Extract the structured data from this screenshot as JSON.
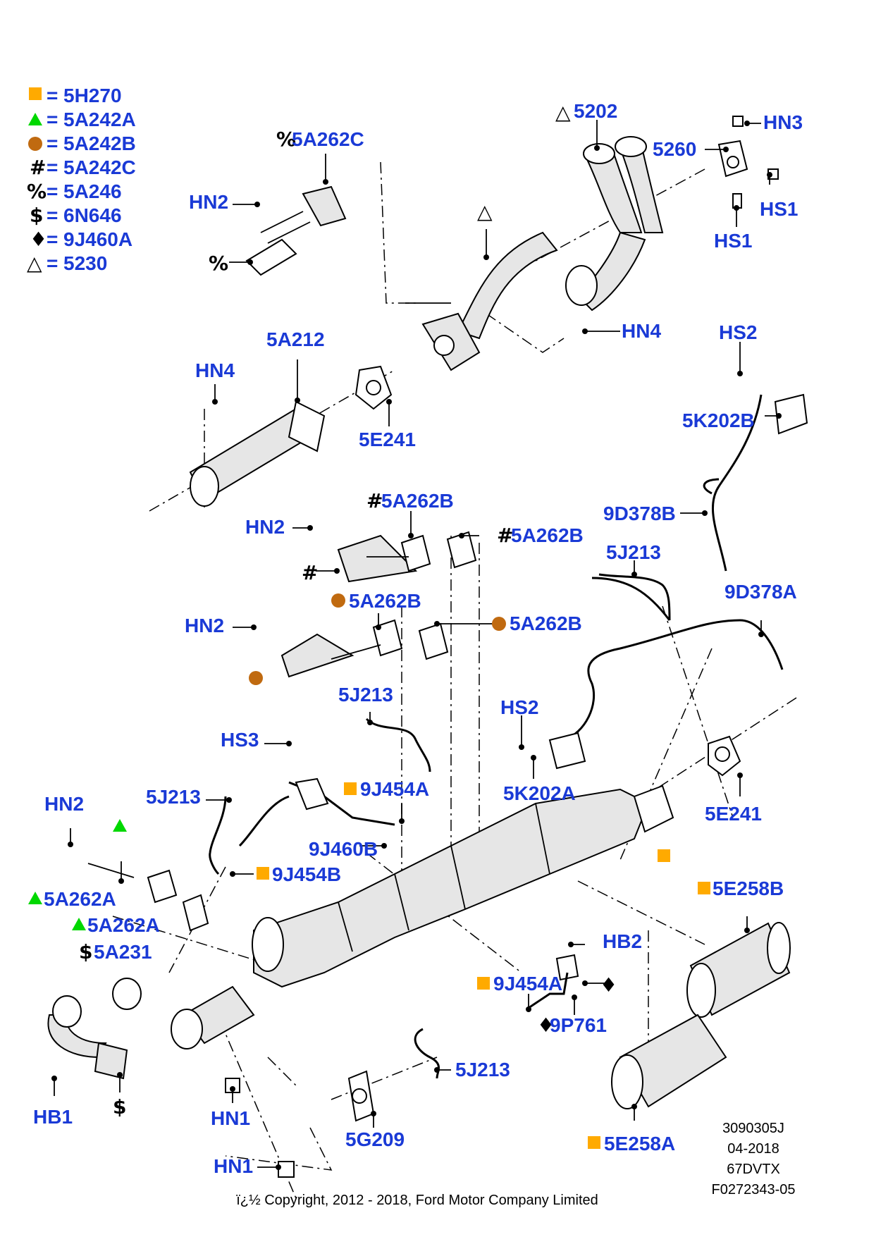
{
  "legend": [
    {
      "marker": "square",
      "color": "#ffaa00",
      "eq": "=",
      "code": "5H270"
    },
    {
      "marker": "triangle",
      "color": "#00d800",
      "eq": "=",
      "code": "5A242A"
    },
    {
      "marker": "circle",
      "color": "#c06a10",
      "eq": "=",
      "code": "5A242B"
    },
    {
      "marker": "#",
      "color": "#000000",
      "eq": "=",
      "code": "5A242C"
    },
    {
      "marker": "%",
      "color": "#000000",
      "eq": "=",
      "code": "5A246"
    },
    {
      "marker": "$",
      "color": "#000000",
      "eq": "=",
      "code": "6N646"
    },
    {
      "marker": "♦",
      "color": "#000000",
      "eq": "=",
      "code": "9J460A"
    },
    {
      "marker": "△",
      "color": "#000000",
      "eq": "=",
      "code": "5230"
    }
  ],
  "callouts": {
    "c5a262c": {
      "prefix": "%",
      "code": "5A262C"
    },
    "c5202": {
      "prefix": "△",
      "code": "5202"
    },
    "hn3": "HN3",
    "c5260": "5260",
    "hs1a": "HS1",
    "hs1b": "HS1",
    "hn2a": "HN2",
    "pct": "%",
    "tri_pipe": "△",
    "hn4a": "HN4",
    "hn4b": "HN4",
    "c5a212": "5A212",
    "c5e241a": "5E241",
    "hs2a": "HS2",
    "c5k202b": "5K202B",
    "c5a262b1": {
      "prefix": "#",
      "code": "5A262B"
    },
    "c5a262b2": {
      "prefix": "#",
      "code": "5A262B"
    },
    "hn2b": "HN2",
    "hash": "#",
    "c9d378b": "9D378B",
    "c5j213a": "5J213",
    "c5a262b3": "5A262B",
    "c5a262b4": "5A262B",
    "hn2c": "HN2",
    "c9d378a": "9D378A",
    "c5j213b": "5J213",
    "hs2b": "HS2",
    "hs3": "HS3",
    "c9j454a1": "9J454A",
    "c5k202a": "5K202A",
    "c5e241b": "5E241",
    "hn2d": "HN2",
    "c5j213c": "5J213",
    "c9j460b": "9J460B",
    "c9j454b": "9J454B",
    "c5e258b": "5E258B",
    "c5a262a1": "5A262A",
    "c5a262a2": "5A262A",
    "c5a231": {
      "prefix": "$",
      "code": "5A231"
    },
    "hb2": "HB2",
    "c9j454a2": "9J454A",
    "diamond": "♦",
    "c9p761": {
      "prefix": "♦",
      "code": "9P761"
    },
    "c5j213d": "5J213",
    "hb1": "HB1",
    "dollar": "$",
    "hn1a": "HN1",
    "c5g209": "5G209",
    "c5e258a": "5E258A",
    "hn1b": "HN1"
  },
  "meta": {
    "line1": "3090305J",
    "line2": "04-2018",
    "line3": "67DVTX",
    "line4": "F0272343-05"
  },
  "copyright": "ï¿½ Copyright, 2012 - 2018, Ford Motor Company Limited",
  "colors": {
    "label_blue": "#1a3ad6",
    "square_orange": "#ffaa00",
    "triangle_green": "#00d800",
    "circle_brown": "#c06a10"
  }
}
